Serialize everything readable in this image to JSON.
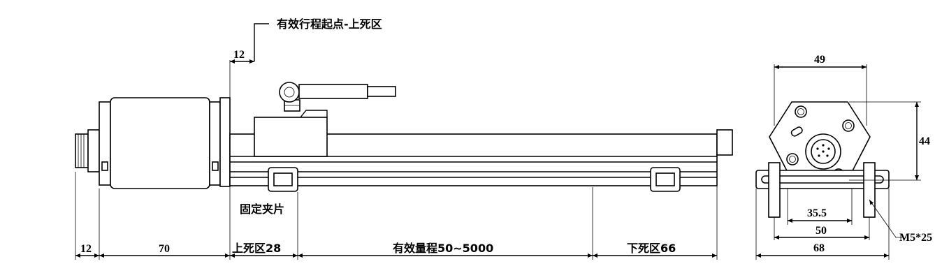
{
  "callouts": {
    "stroke_start": "有效行程起点-上死区",
    "clamp": "固定夹片",
    "thread": "M5*25"
  },
  "side_view": {
    "dim_top": "12",
    "dim_bottom": [
      {
        "label": "12"
      },
      {
        "label": "70"
      },
      {
        "label": "上死区28"
      },
      {
        "label": "有效量程50~5000"
      },
      {
        "label": "下死区66"
      }
    ]
  },
  "end_view": {
    "width_top": "49",
    "height_right": "44",
    "hole_spacing": "35.5",
    "slot_spacing": "50",
    "overall_width": "68"
  }
}
